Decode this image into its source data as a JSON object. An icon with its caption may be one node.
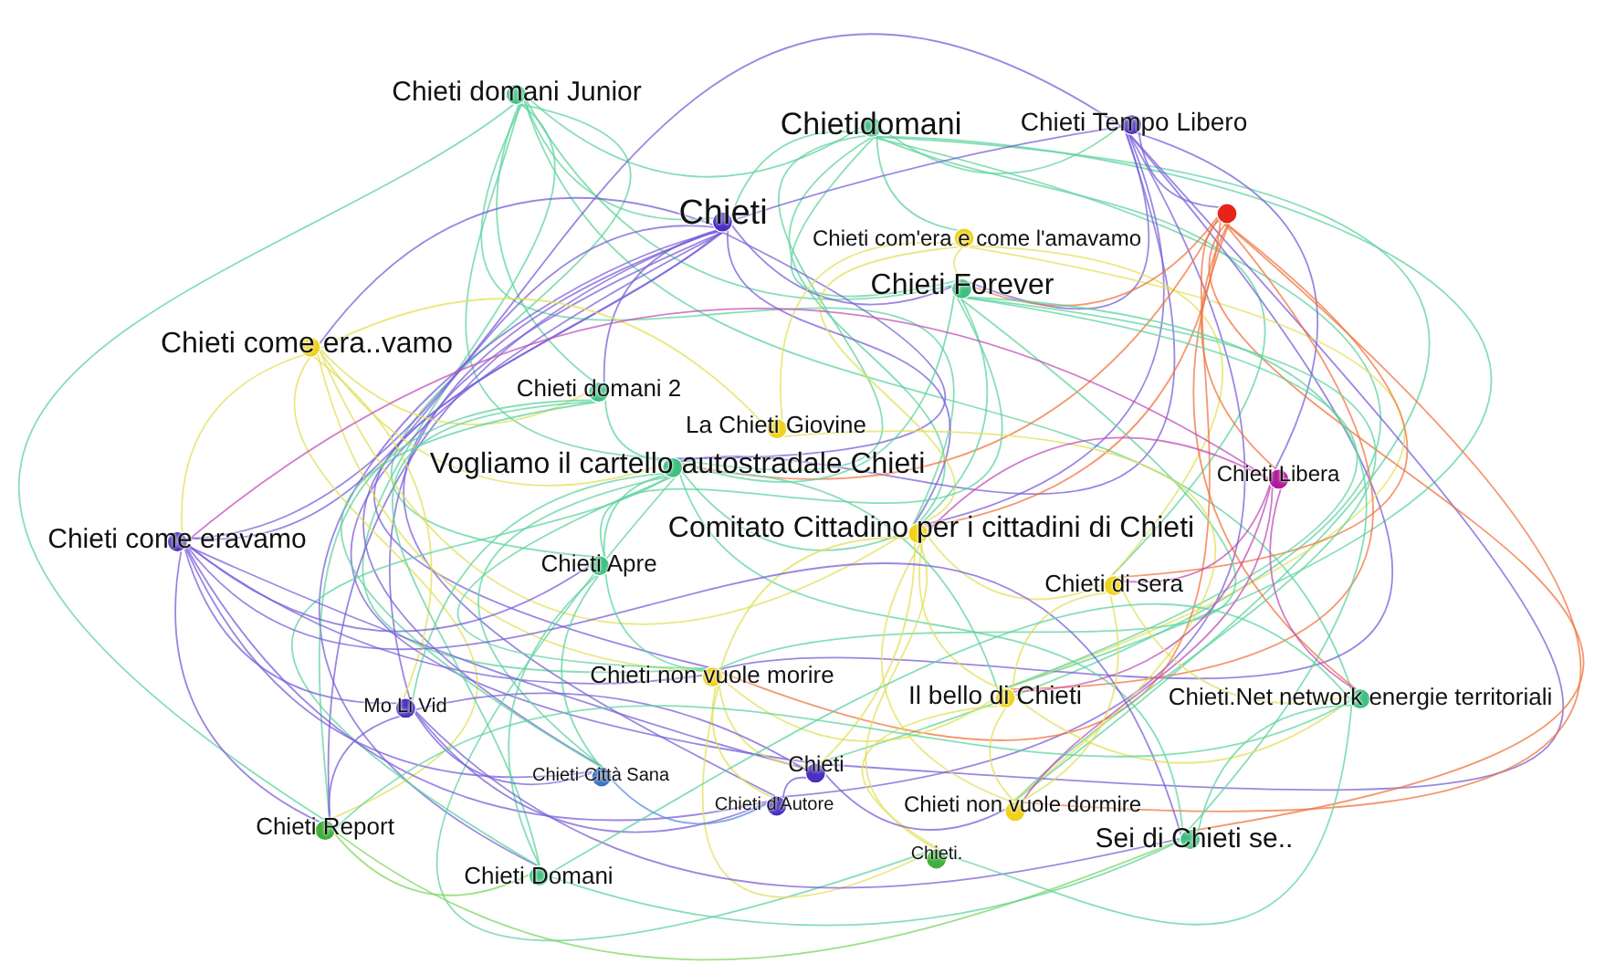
{
  "diagram": {
    "nodes": [
      {
        "text": [
          "Chieti domani Junior"
        ]
      },
      {
        "text": [
          "Chietidomani"
        ]
      },
      {
        "text": [
          "Chieti Tempo Libero"
        ]
      },
      {
        "text": [
          "Chieti"
        ]
      },
      {
        "text": [
          "Chieti com'era e come l'amavamo"
        ]
      },
      {
        "text": [],
        "shape": "circle"
      },
      {
        "text": [
          "Chieti Forever"
        ]
      },
      {
        "text": [
          "Chieti come era..vamo"
        ]
      },
      {
        "text": [
          "Chieti domani 2"
        ]
      },
      {
        "text": [
          "La Chieti Giovine"
        ]
      },
      {
        "text": [
          "Vogliamo il cartello autostradale Chieti"
        ]
      },
      {
        "text": [
          "Chieti Libera"
        ]
      },
      {
        "text": [
          "Comitato Cittadino per i cittadini di Chieti"
        ]
      },
      {
        "text": [
          "Chieti come eravamo"
        ]
      },
      {
        "text": [
          "Chieti Apre"
        ]
      },
      {
        "text": [
          "Chieti di sera"
        ]
      },
      {
        "text": [
          "Chieti non vuole morire"
        ]
      },
      {
        "text": [
          "Mo Li Vid"
        ]
      },
      {
        "text": [
          "Il bello di Chieti"
        ]
      },
      {
        "text": [
          "Chieti.Net network energie territoriali"
        ]
      },
      {
        "text": [
          "Chieti"
        ]
      },
      {
        "text": [
          "Chieti Città Sana"
        ]
      },
      {
        "text": [
          "Chieti d'Autore"
        ]
      },
      {
        "text": [
          "Chieti non vuole dormire"
        ]
      },
      {
        "text": [
          "Chieti Report"
        ]
      },
      {
        "text": [
          "Chieti."
        ]
      },
      {
        "text": [
          "Sei di Chieti se.."
        ]
      },
      {
        "text": [
          "Chieti Domani"
        ]
      }
    ],
    "edges": [
      {
        "from": 0,
        "to": 3,
        "arrow": "none",
        "color": "#5fd3a0"
      },
      {
        "from": 0,
        "to": 6,
        "arrow": "none",
        "color": "#5fd3a0"
      },
      {
        "from": 0,
        "to": 8,
        "arrow": "none",
        "color": "#5fd3a0"
      },
      {
        "from": 0,
        "to": 10,
        "arrow": "none",
        "color": "#5fd3a0"
      },
      {
        "from": 0,
        "to": 12,
        "arrow": "none",
        "color": "#5fd3a0"
      },
      {
        "from": 0,
        "to": 14,
        "arrow": "none",
        "color": "#5fd3a0"
      },
      {
        "from": 0,
        "to": 16,
        "arrow": "none",
        "color": "#5fd3a0"
      },
      {
        "from": 0,
        "to": 1,
        "arrow": "none",
        "color": "#5fd3a0"
      },
      {
        "from": 0,
        "to": 19,
        "arrow": "none",
        "color": "#5fd3a0"
      },
      {
        "from": 0,
        "to": 24,
        "arrow": "none",
        "color": "#5fd3a0"
      },
      {
        "from": 1,
        "to": 2,
        "arrow": "none",
        "color": "#5fd3a0"
      },
      {
        "from": 1,
        "to": 3,
        "arrow": "none",
        "color": "#5fd3a0"
      },
      {
        "from": 1,
        "to": 4,
        "arrow": "none",
        "color": "#5fd3a0"
      },
      {
        "from": 1,
        "to": 6,
        "arrow": "none",
        "color": "#5fd3a0"
      },
      {
        "from": 1,
        "to": 10,
        "arrow": "none",
        "color": "#5fd3a0"
      },
      {
        "from": 1,
        "to": 12,
        "arrow": "none",
        "color": "#5fd3a0"
      },
      {
        "from": 1,
        "to": 15,
        "arrow": "none",
        "color": "#5fd3a0"
      },
      {
        "from": 1,
        "to": 18,
        "arrow": "none",
        "color": "#5fd3a0"
      },
      {
        "from": 1,
        "to": 20,
        "arrow": "none",
        "color": "#5fd3a0"
      },
      {
        "from": 1,
        "to": 23,
        "arrow": "none",
        "color": "#5fd3a0"
      },
      {
        "from": 2,
        "to": 3,
        "arrow": "none",
        "color": "#7a5fd8"
      },
      {
        "from": 2,
        "to": 5,
        "arrow": "none",
        "color": "#7a5fd8"
      },
      {
        "from": 2,
        "to": 6,
        "arrow": "none",
        "color": "#7a5fd8"
      },
      {
        "from": 2,
        "to": 10,
        "arrow": "none",
        "color": "#7a5fd8"
      },
      {
        "from": 2,
        "to": 12,
        "arrow": "none",
        "color": "#7a5fd8"
      },
      {
        "from": 2,
        "to": 13,
        "arrow": "none",
        "color": "#7a5fd8"
      },
      {
        "from": 2,
        "to": 11,
        "arrow": "none",
        "color": "#7a5fd8"
      },
      {
        "from": 2,
        "to": 16,
        "arrow": "none",
        "color": "#7a5fd8"
      },
      {
        "from": 2,
        "to": 22,
        "arrow": "none",
        "color": "#7a5fd8"
      },
      {
        "from": 2,
        "to": 20,
        "arrow": "none",
        "color": "#7a5fd8"
      },
      {
        "from": 3,
        "to": 6,
        "arrow": "none",
        "color": "#7a5fd8"
      },
      {
        "from": 3,
        "to": 7,
        "arrow": "none",
        "color": "#7a5fd8"
      },
      {
        "from": 3,
        "to": 8,
        "arrow": "none",
        "color": "#7a5fd8"
      },
      {
        "from": 3,
        "to": 10,
        "arrow": "none",
        "color": "#7a5fd8"
      },
      {
        "from": 3,
        "to": 12,
        "arrow": "none",
        "color": "#7a5fd8"
      },
      {
        "from": 3,
        "to": 13,
        "arrow": "none",
        "color": "#7a5fd8"
      },
      {
        "from": 3,
        "to": 16,
        "arrow": "none",
        "color": "#7a5fd8"
      },
      {
        "from": 3,
        "to": 17,
        "arrow": "none",
        "color": "#7a5fd8"
      },
      {
        "from": 3,
        "to": 20,
        "arrow": "none",
        "color": "#7a5fd8"
      },
      {
        "from": 3,
        "to": 21,
        "arrow": "none",
        "color": "#7a5fd8"
      },
      {
        "from": 3,
        "to": 22,
        "arrow": "none",
        "color": "#7a5fd8"
      },
      {
        "from": 3,
        "to": 24,
        "arrow": "none",
        "color": "#7a5fd8"
      },
      {
        "from": 3,
        "to": 27,
        "arrow": "none",
        "color": "#7a5fd8"
      },
      {
        "from": 4,
        "to": 6,
        "arrow": "none",
        "color": "#e3df5a"
      },
      {
        "from": 4,
        "to": 9,
        "arrow": "none",
        "color": "#e3df5a"
      },
      {
        "from": 4,
        "to": 12,
        "arrow": "none",
        "color": "#e3df5a"
      },
      {
        "from": 4,
        "to": 15,
        "arrow": "none",
        "color": "#e3df5a"
      },
      {
        "from": 4,
        "to": 18,
        "arrow": "none",
        "color": "#e3df5a"
      },
      {
        "from": 5,
        "to": 11,
        "arrow": "none",
        "color": "#f0743f"
      },
      {
        "from": 5,
        "to": 12,
        "arrow": "none",
        "color": "#f0743f"
      },
      {
        "from": 5,
        "to": 15,
        "arrow": "none",
        "color": "#f0743f"
      },
      {
        "from": 5,
        "to": 18,
        "arrow": "none",
        "color": "#f0743f"
      },
      {
        "from": 5,
        "to": 19,
        "arrow": "none",
        "color": "#f0743f"
      },
      {
        "from": 5,
        "to": 23,
        "arrow": "none",
        "color": "#f0743f"
      },
      {
        "from": 5,
        "to": 26,
        "arrow": "none",
        "color": "#f0743f"
      },
      {
        "from": 5,
        "to": 16,
        "arrow": "none",
        "color": "#f0743f"
      },
      {
        "from": 5,
        "to": 10,
        "arrow": "none",
        "color": "#f0743f"
      },
      {
        "from": 5,
        "to": 6,
        "arrow": "none",
        "color": "#f0743f"
      },
      {
        "from": 6,
        "to": 10,
        "arrow": "none",
        "color": "#5fd3a0"
      },
      {
        "from": 6,
        "to": 12,
        "arrow": "none",
        "color": "#5fd3a0"
      },
      {
        "from": 6,
        "to": 14,
        "arrow": "none",
        "color": "#5fd3a0"
      },
      {
        "from": 6,
        "to": 16,
        "arrow": "none",
        "color": "#5fd3a0"
      },
      {
        "from": 6,
        "to": 18,
        "arrow": "none",
        "color": "#5fd3a0"
      },
      {
        "from": 6,
        "to": 23,
        "arrow": "none",
        "color": "#5fd3a0"
      },
      {
        "from": 6,
        "to": 26,
        "arrow": "none",
        "color": "#5fd3a0"
      },
      {
        "from": 7,
        "to": 8,
        "arrow": "none",
        "color": "#e3df5a"
      },
      {
        "from": 7,
        "to": 10,
        "arrow": "none",
        "color": "#e3df5a"
      },
      {
        "from": 7,
        "to": 12,
        "arrow": "none",
        "color": "#e3df5a"
      },
      {
        "from": 7,
        "to": 13,
        "arrow": "none",
        "color": "#e3df5a"
      },
      {
        "from": 7,
        "to": 16,
        "arrow": "none",
        "color": "#e3df5a"
      },
      {
        "from": 7,
        "to": 17,
        "arrow": "none",
        "color": "#e3df5a"
      },
      {
        "from": 7,
        "to": 24,
        "arrow": "none",
        "color": "#e3df5a"
      },
      {
        "from": 7,
        "to": 9,
        "arrow": "none",
        "color": "#e3df5a"
      },
      {
        "from": 8,
        "to": 10,
        "arrow": "none",
        "color": "#5fd3a0"
      },
      {
        "from": 8,
        "to": 21,
        "arrow": "none",
        "color": "#5fd3a0"
      },
      {
        "from": 8,
        "to": 24,
        "arrow": "none",
        "color": "#5fd3a0"
      },
      {
        "from": 8,
        "to": 27,
        "arrow": "none",
        "color": "#5fd3a0"
      },
      {
        "from": 9,
        "to": 23,
        "arrow": "none",
        "color": "#e3df5a"
      },
      {
        "from": 10,
        "to": 12,
        "arrow": "none",
        "color": "#5fd3a0"
      },
      {
        "from": 10,
        "to": 14,
        "arrow": "none",
        "color": "#5fd3a0"
      },
      {
        "from": 10,
        "to": 16,
        "arrow": "none",
        "color": "#5fd3a0"
      },
      {
        "from": 10,
        "to": 17,
        "arrow": "none",
        "color": "#5fd3a0"
      },
      {
        "from": 10,
        "to": 18,
        "arrow": "none",
        "color": "#5fd3a0"
      },
      {
        "from": 10,
        "to": 21,
        "arrow": "none",
        "color": "#5fd3a0"
      },
      {
        "from": 10,
        "to": 25,
        "arrow": "none",
        "color": "#5fd3a0"
      },
      {
        "from": 10,
        "to": 26,
        "arrow": "none",
        "color": "#5fd3a0"
      },
      {
        "from": 10,
        "to": 27,
        "arrow": "none",
        "color": "#5fd3a0"
      },
      {
        "from": 11,
        "to": 12,
        "arrow": "none",
        "color": "#c24fb8"
      },
      {
        "from": 11,
        "to": 15,
        "arrow": "none",
        "color": "#c24fb8"
      },
      {
        "from": 11,
        "to": 18,
        "arrow": "none",
        "color": "#c24fb8"
      },
      {
        "from": 11,
        "to": 19,
        "arrow": "none",
        "color": "#c24fb8"
      },
      {
        "from": 11,
        "to": 23,
        "arrow": "none",
        "color": "#c24fb8"
      },
      {
        "from": 11,
        "to": 13,
        "arrow": "none",
        "color": "#c24fb8"
      },
      {
        "from": 12,
        "to": 15,
        "arrow": "none",
        "color": "#e3df5a"
      },
      {
        "from": 12,
        "to": 16,
        "arrow": "none",
        "color": "#e3df5a"
      },
      {
        "from": 12,
        "to": 18,
        "arrow": "none",
        "color": "#e3df5a"
      },
      {
        "from": 12,
        "to": 20,
        "arrow": "none",
        "color": "#e3df5a"
      },
      {
        "from": 12,
        "to": 23,
        "arrow": "none",
        "color": "#e3df5a"
      },
      {
        "from": 12,
        "to": 25,
        "arrow": "none",
        "color": "#e3df5a"
      },
      {
        "from": 13,
        "to": 14,
        "arrow": "none",
        "color": "#7a5fd8"
      },
      {
        "from": 13,
        "to": 16,
        "arrow": "none",
        "color": "#7a5fd8"
      },
      {
        "from": 13,
        "to": 17,
        "arrow": "none",
        "color": "#7a5fd8"
      },
      {
        "from": 13,
        "to": 21,
        "arrow": "none",
        "color": "#7a5fd8"
      },
      {
        "from": 13,
        "to": 22,
        "arrow": "none",
        "color": "#7a5fd8"
      },
      {
        "from": 13,
        "to": 24,
        "arrow": "none",
        "color": "#7a5fd8"
      },
      {
        "from": 13,
        "to": 26,
        "arrow": "none",
        "color": "#7a5fd8"
      },
      {
        "from": 13,
        "to": 20,
        "arrow": "none",
        "color": "#7a5fd8"
      },
      {
        "from": 14,
        "to": 16,
        "arrow": "none",
        "color": "#5fd3a0"
      },
      {
        "from": 14,
        "to": 21,
        "arrow": "none",
        "color": "#5fd3a0"
      },
      {
        "from": 14,
        "to": 27,
        "arrow": "none",
        "color": "#5fd3a0"
      },
      {
        "from": 15,
        "to": 18,
        "arrow": "none",
        "color": "#e3df5a"
      },
      {
        "from": 15,
        "to": 19,
        "arrow": "none",
        "color": "#e3df5a"
      },
      {
        "from": 15,
        "to": 23,
        "arrow": "none",
        "color": "#e3df5a"
      },
      {
        "from": 16,
        "to": 18,
        "arrow": "none",
        "color": "#e3df5a"
      },
      {
        "from": 16,
        "to": 20,
        "arrow": "none",
        "color": "#e3df5a"
      },
      {
        "from": 16,
        "to": 22,
        "arrow": "none",
        "color": "#e3df5a"
      },
      {
        "from": 16,
        "to": 25,
        "arrow": "none",
        "color": "#e3df5a"
      },
      {
        "from": 17,
        "to": 21,
        "arrow": "none",
        "color": "#7a5fd8"
      },
      {
        "from": 17,
        "to": 22,
        "arrow": "none",
        "color": "#7a5fd8"
      },
      {
        "from": 17,
        "to": 24,
        "arrow": "none",
        "color": "#7a5fd8"
      },
      {
        "from": 17,
        "to": 26,
        "arrow": "none",
        "color": "#7a5fd8"
      },
      {
        "from": 17,
        "to": 20,
        "arrow": "none",
        "color": "#7a5fd8"
      },
      {
        "from": 18,
        "to": 19,
        "arrow": "none",
        "color": "#e3df5a"
      },
      {
        "from": 18,
        "to": 23,
        "arrow": "none",
        "color": "#e3df5a"
      },
      {
        "from": 18,
        "to": 25,
        "arrow": "none",
        "color": "#e3df5a"
      },
      {
        "from": 19,
        "to": 24,
        "arrow": "none",
        "color": "#5fd3a0"
      },
      {
        "from": 19,
        "to": 26,
        "arrow": "none",
        "color": "#5fd3a0"
      },
      {
        "from": 19,
        "to": 27,
        "arrow": "none",
        "color": "#5fd3a0"
      },
      {
        "from": 19,
        "to": 25,
        "arrow": "none",
        "color": "#5fd3a0"
      },
      {
        "from": 20,
        "to": 22,
        "arrow": "none",
        "color": "#7a5fd8"
      },
      {
        "from": 20,
        "to": 23,
        "arrow": "none",
        "color": "#7a5fd8"
      },
      {
        "from": 21,
        "to": 22,
        "arrow": "none",
        "color": "#5a8fe0"
      },
      {
        "from": 24,
        "to": 26,
        "arrow": "none",
        "color": "#7fd65f"
      },
      {
        "from": 24,
        "to": 27,
        "arrow": "none",
        "color": "#7fd65f"
      },
      {
        "from": 26,
        "to": 27,
        "arrow": "none",
        "color": "#5fd3a0"
      }
    ]
  }
}
